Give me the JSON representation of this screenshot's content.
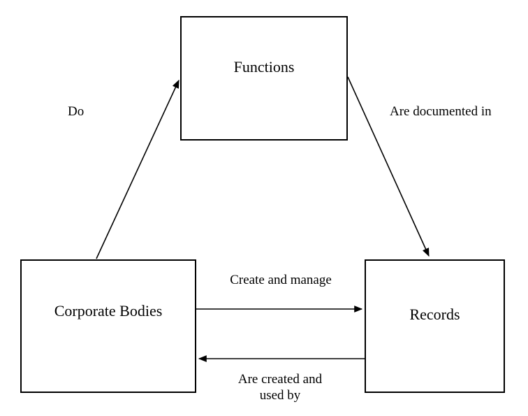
{
  "diagram": {
    "background_color": "#ffffff",
    "line_color": "#000000",
    "nodes": [
      {
        "id": "functions",
        "label": "Functions"
      },
      {
        "id": "corporate-bodies",
        "label": "Corporate Bodies"
      },
      {
        "id": "records",
        "label": "Records"
      }
    ],
    "edges": [
      {
        "from": "corporate-bodies",
        "to": "functions",
        "label": "Do"
      },
      {
        "from": "functions",
        "to": "records",
        "label": "Are documented in"
      },
      {
        "from": "corporate-bodies",
        "to": "records",
        "label": "Create and manage"
      },
      {
        "from": "records",
        "to": "corporate-bodies",
        "label": "Are created and used by"
      }
    ]
  }
}
